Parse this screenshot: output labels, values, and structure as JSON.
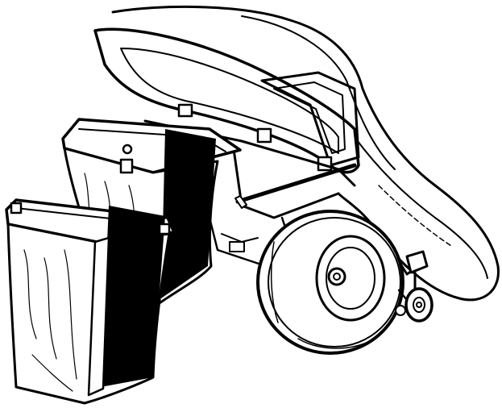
{
  "figure": {
    "subject": "grass-catcher-attachment",
    "parts": [
      "hinged-lid",
      "hopper-frame",
      "rear-bag",
      "front-bag",
      "rear-wheel",
      "support-caster"
    ],
    "colors": {
      "ink": "#000000",
      "paper": "#ffffff",
      "bag-panel": "#000000"
    }
  }
}
